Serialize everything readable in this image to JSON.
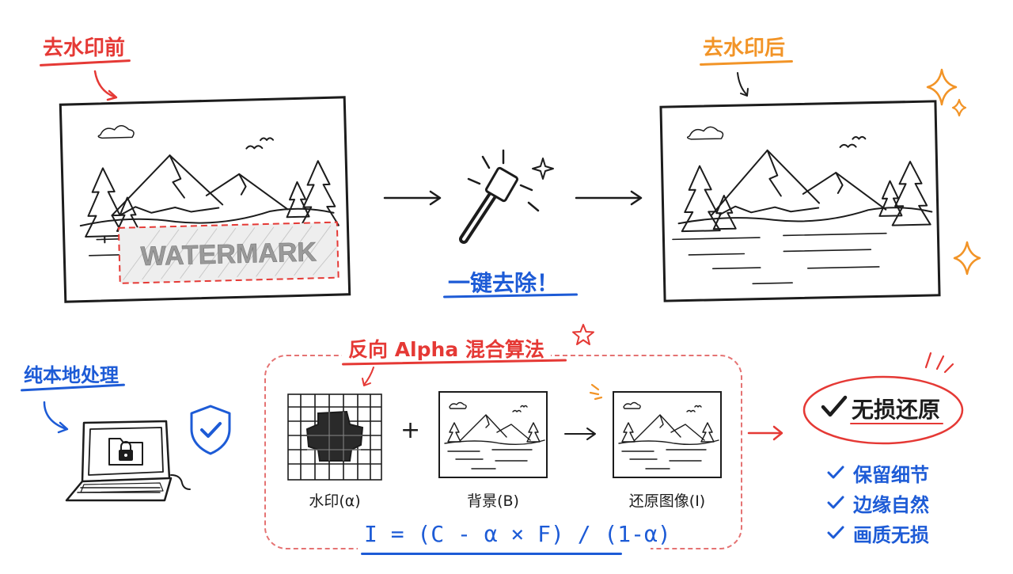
{
  "top": {
    "before_label": "去水印前",
    "after_label": "去水印后",
    "watermark_text": "WATERMARK",
    "action_label": "一键去除！"
  },
  "bottom": {
    "local_label": "纯本地处理",
    "algorithm_title": "反向 Alpha 混合算法",
    "caption_alpha": "水印(α)",
    "plus": "+",
    "caption_background": "背景(B)",
    "caption_restored": "还原图像(I)",
    "formula": "I = (C - α × F) / (1-α)",
    "lossless_label": "无损还原",
    "benefits": [
      "保留细节",
      "边缘自然",
      "画质无损"
    ]
  },
  "colors": {
    "red": "#e53935",
    "orange": "#f29427",
    "blue": "#1d5bd6",
    "ink": "#1c1c1c"
  }
}
